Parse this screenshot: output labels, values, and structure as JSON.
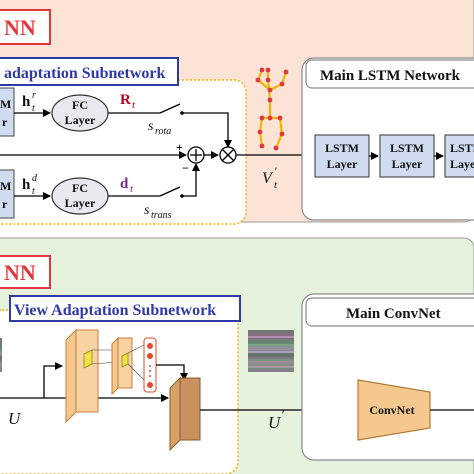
{
  "top_panel": {
    "tag": "NN",
    "subnetwork_title": "adaptation Subnetwork",
    "main_title": "Main LSTM Network",
    "lstm_label_1": "LSTM",
    "lstm_label_2": "Layer",
    "fc_label_1": "FC",
    "fc_label_2": "Layer",
    "left_box_1": "M",
    "left_box_1b": "r",
    "left_box_2": "M",
    "left_box_2b": "r",
    "h_rota": "h",
    "h_rota_sup": "r",
    "h_rota_sub": "t",
    "h_trans": "h",
    "h_trans_sup": "d",
    "h_trans_sub": "t",
    "R_label": "R",
    "R_sub": "t",
    "d_label": "d",
    "d_sub": "t",
    "s_rota": "s",
    "s_rota_sub": "rota",
    "s_trans": "s",
    "s_trans_sub": "trans",
    "plus": "+",
    "minus": "−",
    "v_label": "V",
    "v_sub": "t",
    "v_prime": "′"
  },
  "bottom_panel": {
    "tag": "NN",
    "subnetwork_title": "View Adaptation Subnetwork",
    "main_title": "Main ConvNet",
    "convnet_label": "ConvNet",
    "u_label": "U",
    "u_prime_label": "U",
    "u_prime_mark": "′"
  },
  "colors": {
    "top_panel_bg": "#fbe3d6",
    "bottom_panel_bg": "#e6f2dc",
    "red_border": "#e2383d",
    "blue_border": "#2f3aa8",
    "gray_border": "#8a8a8a",
    "box_fill": "#cfdcef",
    "r_color": "#c0001a",
    "d_color": "#7a2a9c",
    "conv_fill": "#f5c98d"
  }
}
